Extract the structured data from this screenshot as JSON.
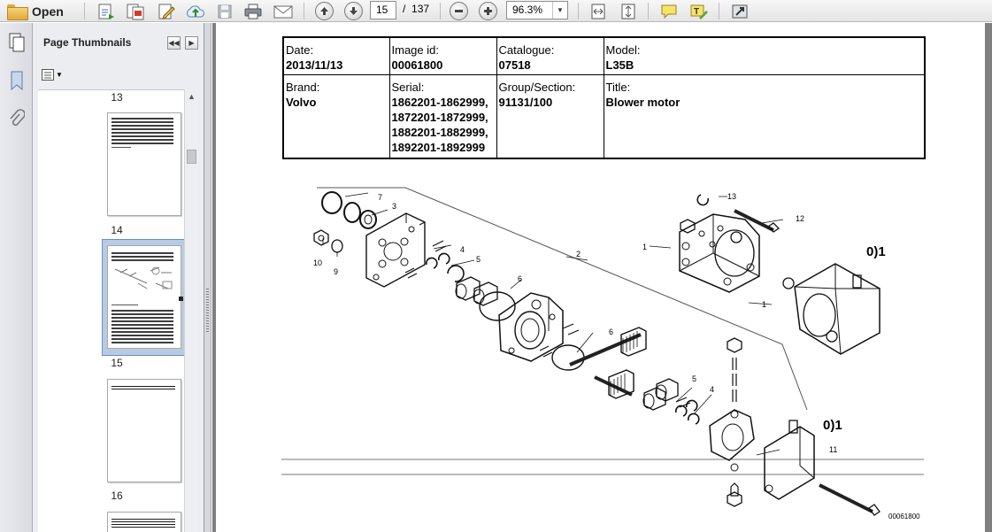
{
  "toolbar": {
    "open_label": "Open",
    "current_page": "15",
    "page_separator": "/",
    "page_total": "137",
    "zoom": "96.3%"
  },
  "panel": {
    "title": "Page Thumbnails",
    "thumbnails": [
      {
        "label": "13"
      },
      {
        "label": "14"
      },
      {
        "label": "15"
      },
      {
        "label": "16"
      }
    ]
  },
  "document": {
    "header": {
      "date_label": "Date:",
      "date": "2013/11/13",
      "image_id_label": "Image id:",
      "image_id": "00061800",
      "catalogue_label": "Catalogue:",
      "catalogue": "07518",
      "model_label": "Model:",
      "model": "L35B",
      "brand_label": "Brand:",
      "brand": "Volvo",
      "serial_label": "Serial:",
      "serials": [
        "1862201-1862999,",
        "1872201-1872999,",
        "1882201-1882999,",
        "1892201-1892999"
      ],
      "group_label": "Group/Section:",
      "group": "91131/100",
      "title_label": "Title:",
      "title": "Blower motor"
    },
    "callouts": {
      "c1a": "1",
      "c1b": "1",
      "c2": "2",
      "c3": "3",
      "c4a": "4",
      "c4b": "4",
      "c5a": "5",
      "c5b": "5",
      "c6a": "6",
      "c6b": "6",
      "c7": "7",
      "c9": "9",
      "c10": "10",
      "c11": "11",
      "c12": "12",
      "c13": "13"
    },
    "notes": {
      "note_top": "0)1",
      "note_bottom": "0)1"
    },
    "image_code": "00061800"
  }
}
